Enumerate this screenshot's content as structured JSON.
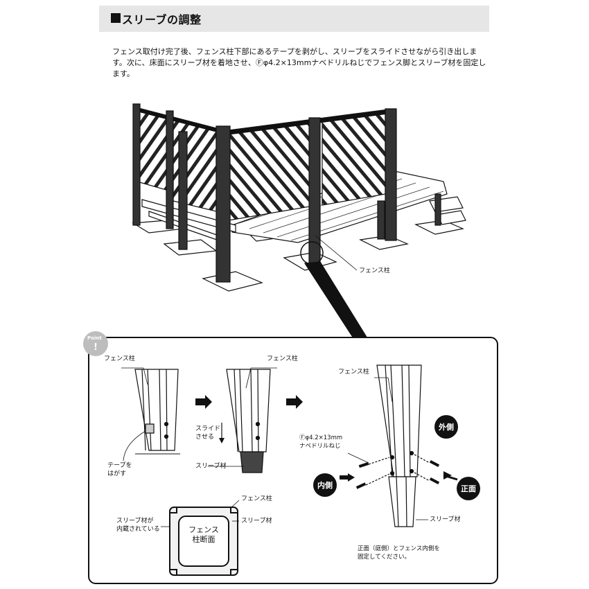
{
  "header": {
    "title": "スリーブの調整"
  },
  "intro": {
    "text": "フェンス取付け完了後、フェンス柱下部にあるテープを剥がし、スリーブをスライドさせながら引き出します。次に、床面にスリーブ材を着地させ、Ⓕφ4.2×13mmナベドリルねじでフェンス脚とスリーブ材を固定します。"
  },
  "overview": {
    "callout_label": "フェンス柱"
  },
  "point": {
    "badge": "Point",
    "step1": {
      "post_label": "フェンス柱",
      "tape_label": "テープを\nはがす"
    },
    "step2": {
      "post_label": "フェンス柱",
      "slide_label": "スライド\nさせる",
      "sleeve_label": "スリーブ材"
    },
    "step3": {
      "post_label": "フェンス柱",
      "screw_label": "Ⓕφ4.2×13mm\nナベドリルねじ",
      "outer_badge": "外側",
      "inner_badge": "内側",
      "front_badge": "正面",
      "sleeve_label": "スリーブ材",
      "note": "正面（庭側）とフェンス内側を\n固定してください。"
    },
    "section": {
      "post_label": "フェンス柱",
      "sleeve_label": "スリーブ材",
      "built_in_label": "スリーブ材が\n内蔵されている",
      "center_label": "フェンス\n柱断面"
    }
  }
}
